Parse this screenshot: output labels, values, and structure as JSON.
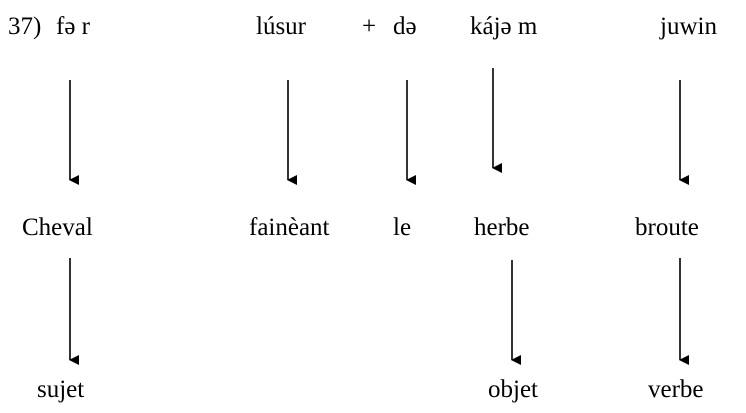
{
  "example_number": "37)",
  "source_words": [
    "fə r",
    "lúsur",
    "+",
    "də",
    "kájə m",
    "juwin"
  ],
  "glosses": [
    "Cheval",
    "fainèant",
    "le",
    "herbe",
    "broute"
  ],
  "roles": [
    "sujet",
    "objet",
    "verbe"
  ]
}
